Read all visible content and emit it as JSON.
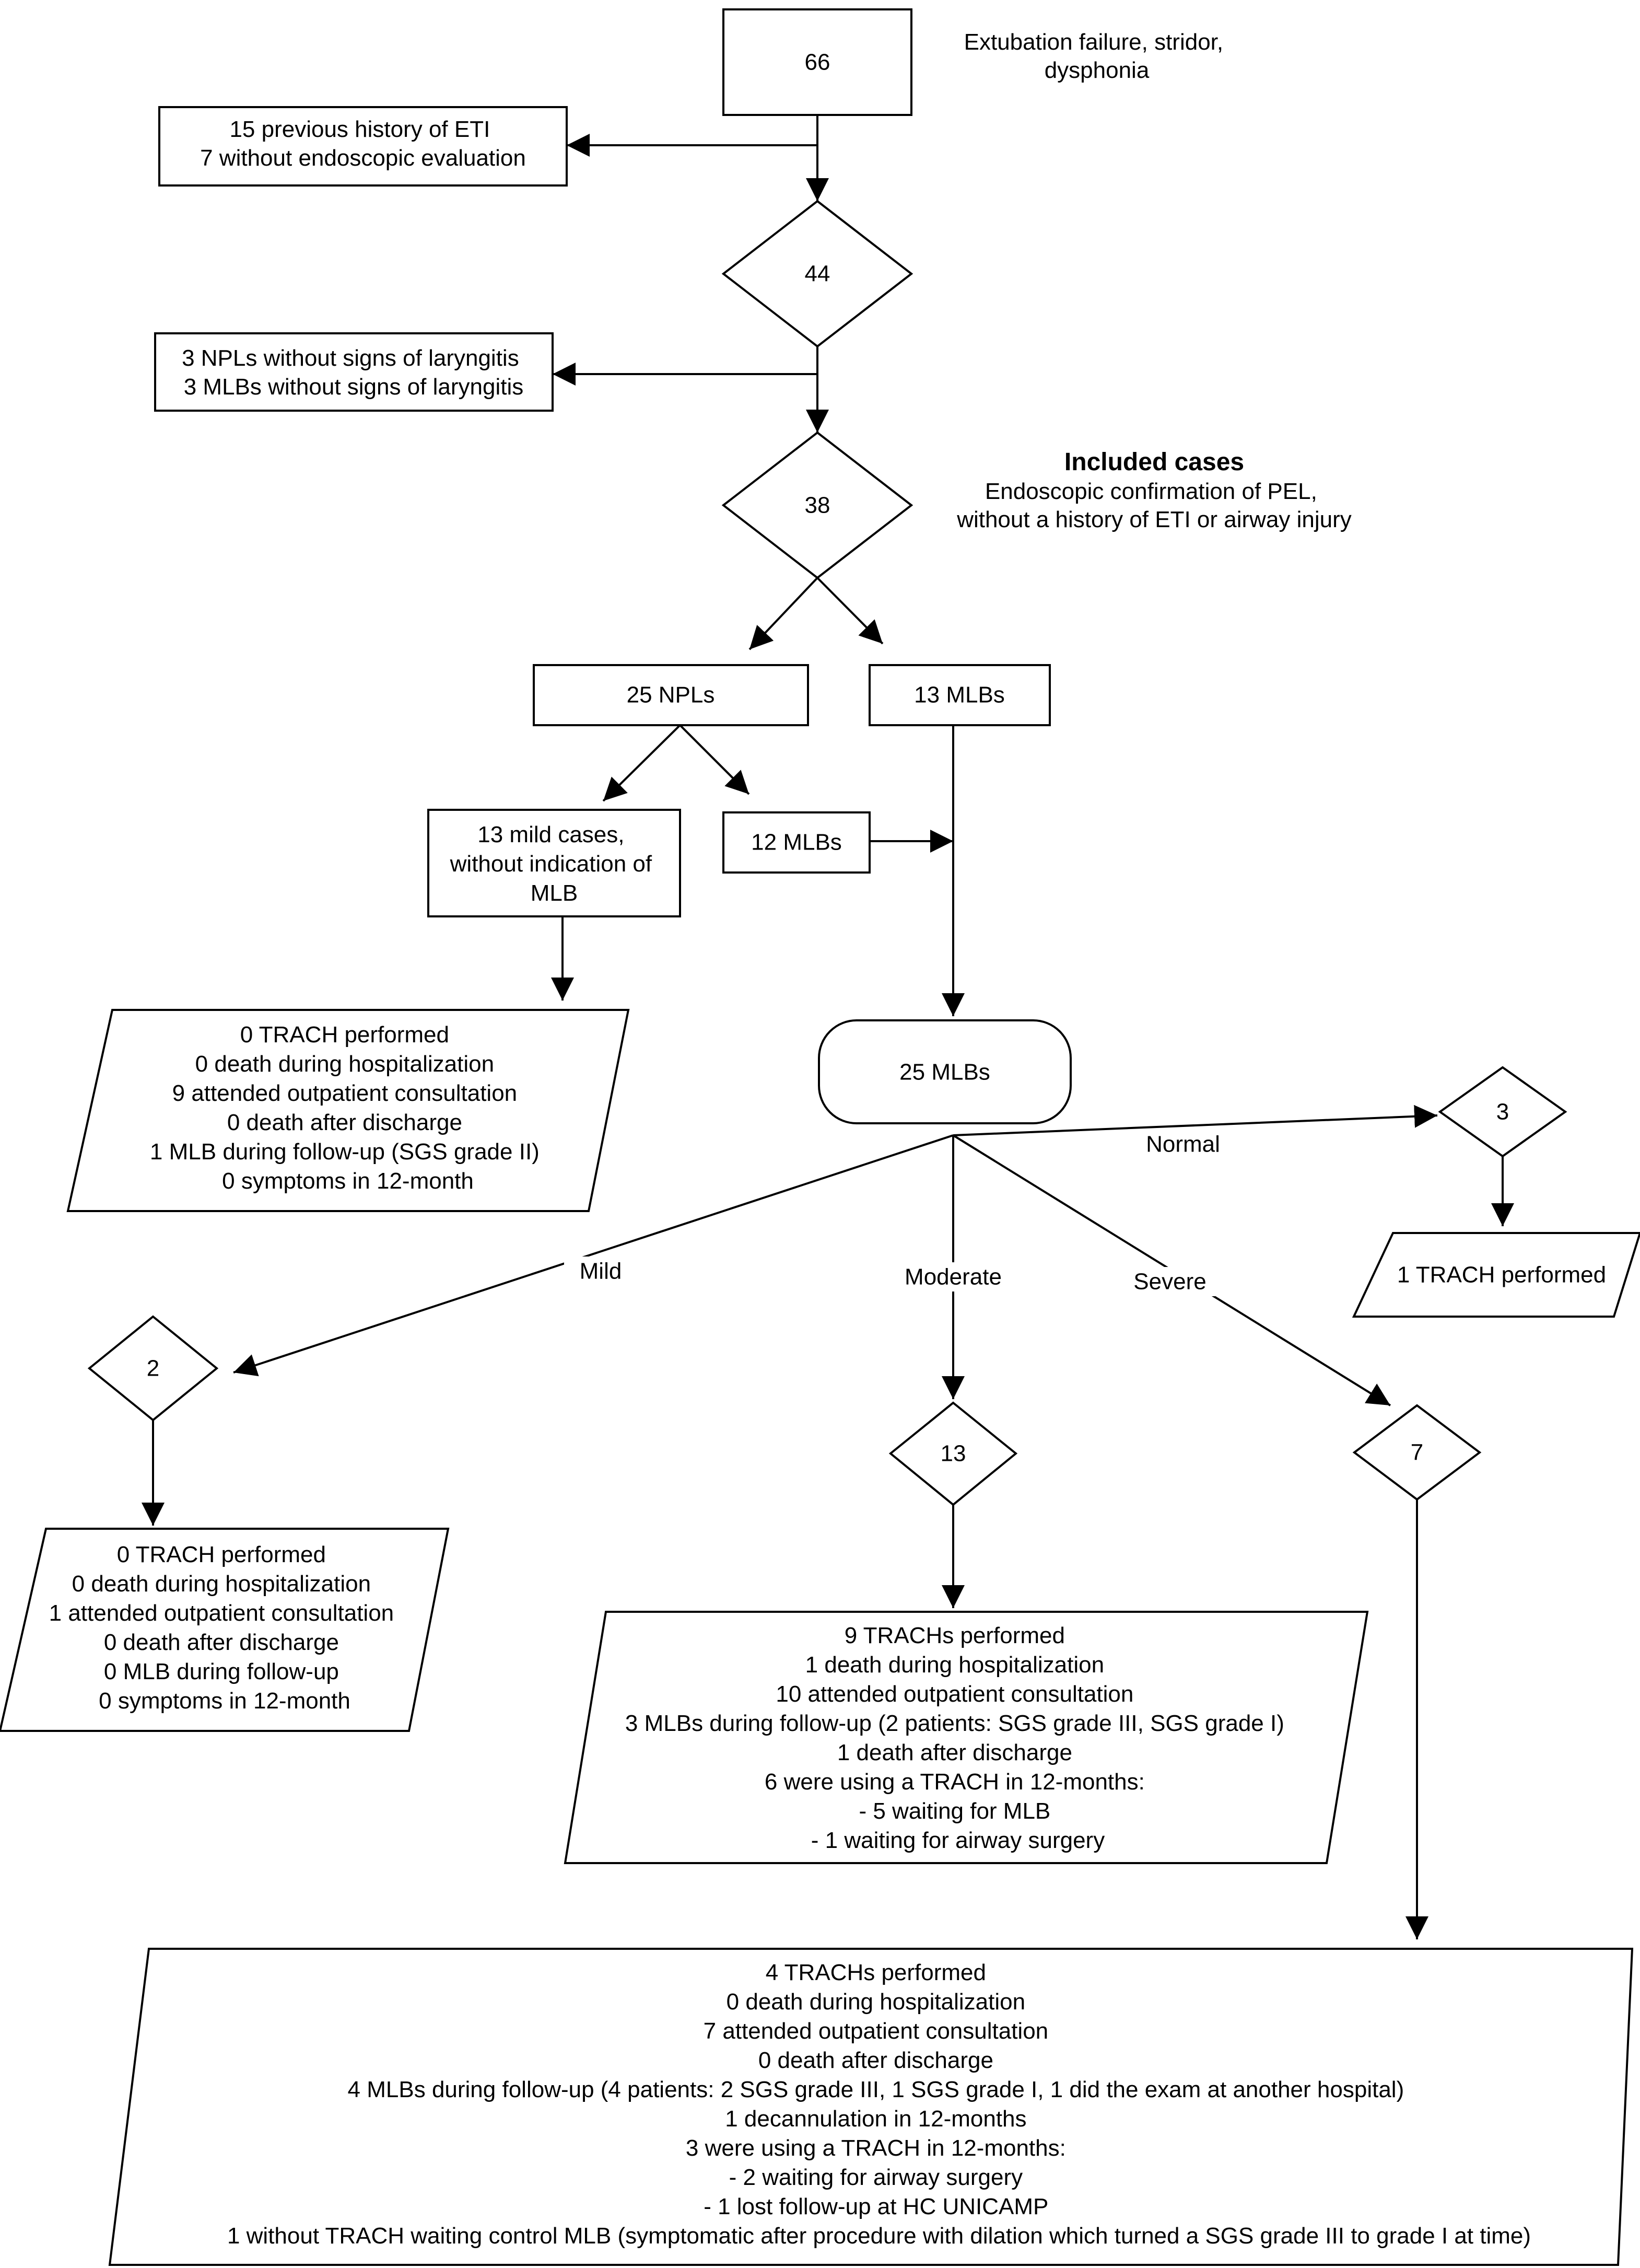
{
  "nodes": {
    "n66": "66",
    "n66_note": [
      "Extubation failure, stridor,",
      "dysphonia"
    ],
    "excl1": [
      "15 previous history of ETI",
      "7 without endoscopic evaluation"
    ],
    "n44": "44",
    "excl2": [
      "3 NPLs without signs of laryngitis",
      "3 MLBs without signs of laryngitis"
    ],
    "n38": "38",
    "included_title": "Included cases",
    "included_desc": [
      "Endoscopic confirmation of PEL,",
      "without a history of ETI or airway injury"
    ],
    "npl25": "25 NPLs",
    "mlb13": "13 MLBs",
    "mild13": [
      "13 mild cases,",
      "without indication of",
      "MLB"
    ],
    "mlb12": "12 MLBs",
    "outcome_mild_npl": [
      "0 TRACH performed",
      "0 death during hospitalization",
      "9 attended outpatient consultation",
      "0 death after discharge",
      "1 MLB during follow-up (SGS grade II)",
      "0 symptoms in 12-month"
    ],
    "mlb25": "25 MLBs",
    "normal_n": "3",
    "normal_outcome": "1 TRACH performed",
    "mild_n": "2",
    "moderate_n": "13",
    "severe_n": "7",
    "outcome_mild": [
      "0 TRACH performed",
      "0 death during hospitalization",
      "1 attended outpatient consultation",
      "0 death after discharge",
      "0 MLB during follow-up",
      "0 symptoms in 12-month"
    ],
    "outcome_moderate": [
      "9 TRACHs performed",
      "1 death during hospitalization",
      "10 attended outpatient consultation",
      "3 MLBs during follow-up (2 patients: SGS grade III, SGS grade I)",
      "1 death after discharge",
      "6 were using a TRACH in 12-months:",
      "- 5 waiting for MLB",
      "- 1 waiting for airway surgery"
    ],
    "outcome_severe": [
      "4 TRACHs performed",
      "0 death during hospitalization",
      "7 attended outpatient consultation",
      "0 death after discharge",
      "4 MLBs during follow-up (4 patients: 2 SGS grade III, 1 SGS grade I, 1 did the exam at another hospital)",
      "1 decannulation in 12-months",
      "3 were using a TRACH in 12-months:",
      "- 2 waiting for airway surgery",
      "- 1 lost follow-up at HC UNICAMP",
      "1 without TRACH waiting control MLB (symptomatic after procedure with dilation which turned a SGS grade III to grade I at time)"
    ]
  },
  "edge_labels": {
    "normal": "Normal",
    "mild": "Mild",
    "moderate": "Moderate",
    "severe": "Severe"
  }
}
